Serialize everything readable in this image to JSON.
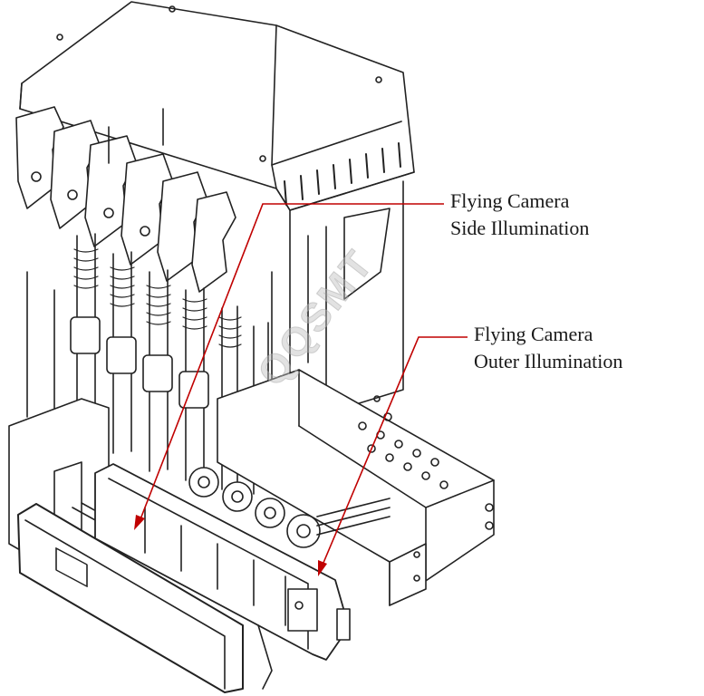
{
  "labels": {
    "side_line1": "Flying Camera",
    "side_line2": "Side Illumination",
    "outer_line1": "Flying Camera",
    "outer_line2": "Outer Illumination"
  },
  "watermark": "QQSMT",
  "colors": {
    "callout": "#c00000",
    "line_art": "#222222",
    "text": "#1a1a1a"
  }
}
